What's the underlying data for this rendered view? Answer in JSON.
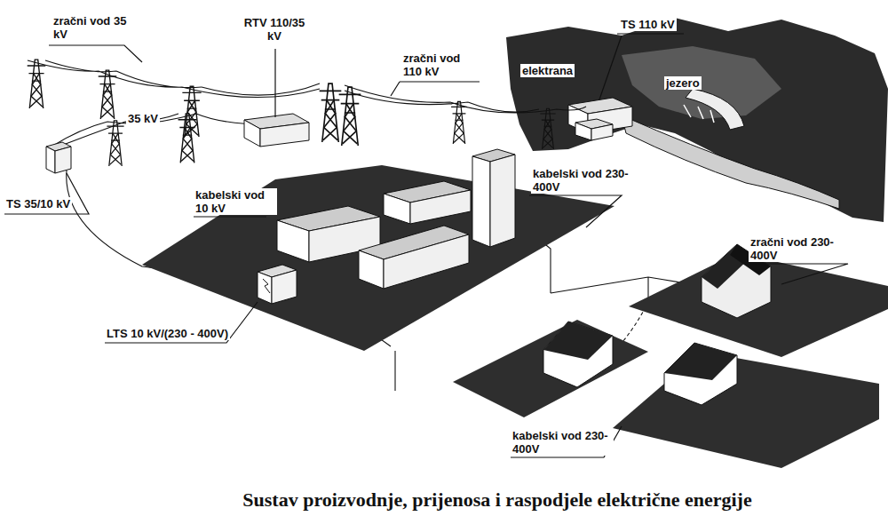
{
  "diagram": {
    "caption": "Sustav proizvodnje, prijenosa i raspodjele električne energije",
    "labels": [
      "zračni vod 35 kV",
      "RTV 110/35 kV",
      "zračni vod 110 kV",
      "TS 110 kV",
      "elektrana",
      "jezero",
      "35 kV",
      "TS 35/10 kV",
      "kabelski vod 10 kV",
      "kabelski vod 230-400V",
      "zračni vod 230-400V",
      "LTS 10 kV/(230 - 400V)",
      "kabelski vod 230-400V"
    ]
  }
}
